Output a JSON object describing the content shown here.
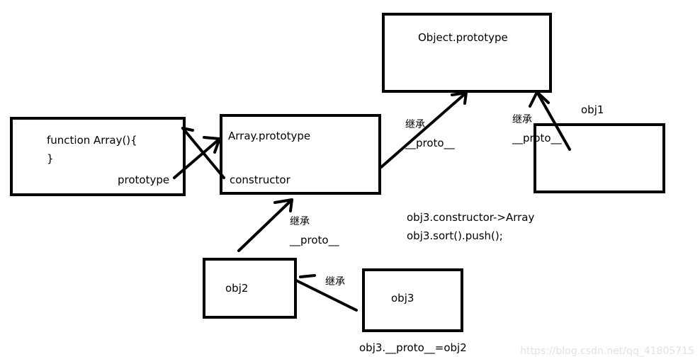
{
  "nodes": {
    "object_prototype": {
      "title": "Object.prototype"
    },
    "array_function": {
      "line1": "function Array(){",
      "line2": "}",
      "prototype_label": "prototype"
    },
    "array_prototype": {
      "title": "Array.prototype",
      "constructor_label": "constructor"
    },
    "obj1": {
      "label": "obj1"
    },
    "obj2": {
      "label": "obj2"
    },
    "obj3": {
      "label": "obj3"
    }
  },
  "edges": {
    "inherit_label": "继承",
    "proto_label": "__proto__"
  },
  "notes": {
    "line1": "obj3.constructor->Array",
    "line2": "obj3.sort().push();",
    "obj3_proto": "obj3.__proto__=obj2"
  },
  "watermark": "https://blog.csdn.net/qq_41805715"
}
